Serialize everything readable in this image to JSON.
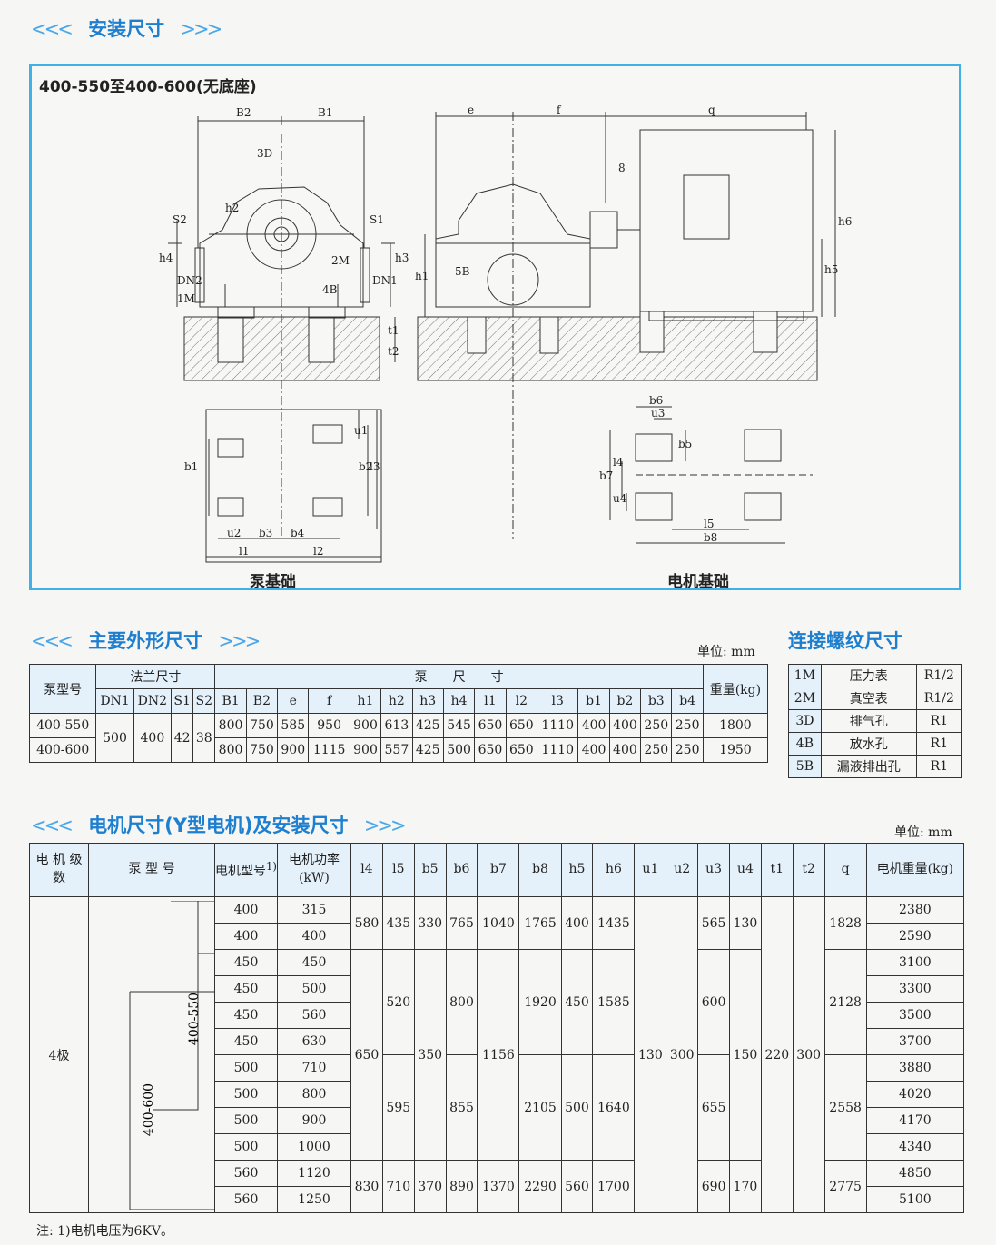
{
  "install": {
    "title": "安装尺寸",
    "frame_title": "400-550至400-600(无底座)",
    "pump_base_caption": "泵基础",
    "motor_base_caption": "电机基础"
  },
  "drawing_labels": {
    "B2": "B2",
    "B1": "B1",
    "3D": "3D",
    "h2": "h2",
    "S2": "S2",
    "S1": "S1",
    "h4": "h4",
    "h3": "h3",
    "2M": "2M",
    "DN2": "DN2",
    "DN1": "DN1",
    "1M": "1M",
    "4B": "4B",
    "t1": "t1",
    "t2": "t2",
    "e": "e",
    "f": "f",
    "q": "q",
    "8": "8",
    "h1": "h1",
    "5B": "5B",
    "h6": "h6",
    "h5": "h5",
    "b1": "b1",
    "u1": "u1",
    "b2": "b2",
    "l3": "l3",
    "u2": "u2",
    "b3": "b3",
    "b4": "b4",
    "l1": "l1",
    "l2": "l2",
    "b6": "b6",
    "u3": "u3",
    "b5": "b5",
    "b7": "b7",
    "l4": "l4",
    "u4": "u4",
    "l5": "l5",
    "b8": "b8"
  },
  "main": {
    "title": "主要外形尺寸",
    "unit": "单位: mm",
    "headers": {
      "model": "泵型号",
      "flange": "法兰尺寸",
      "pump": "泵　　尺　　寸",
      "weight": "重量(kg)",
      "cols": [
        "DN1",
        "DN2",
        "S1",
        "S2",
        "B1",
        "B2",
        "e",
        "f",
        "h1",
        "h2",
        "h3",
        "h4",
        "l1",
        "l2",
        "l3",
        "b1",
        "b2",
        "b3",
        "b4"
      ]
    },
    "flange_shared": {
      "DN1": "500",
      "DN2": "400",
      "S1": "42",
      "S2": "38"
    },
    "rows": [
      {
        "model": "400-550",
        "vals": [
          "800",
          "750",
          "585",
          "950",
          "900",
          "613",
          "425",
          "545",
          "650",
          "650",
          "1110",
          "400",
          "400",
          "250",
          "250"
        ],
        "weight": "1800"
      },
      {
        "model": "400-600",
        "vals": [
          "800",
          "750",
          "900",
          "1115",
          "900",
          "557",
          "425",
          "500",
          "650",
          "650",
          "1110",
          "400",
          "400",
          "250",
          "250"
        ],
        "weight": "1950"
      }
    ]
  },
  "thread": {
    "title": "连接螺纹尺寸",
    "rows": [
      {
        "code": "1M",
        "name": "压力表",
        "size": "R1/2"
      },
      {
        "code": "2M",
        "name": "真空表",
        "size": "R1/2"
      },
      {
        "code": "3D",
        "name": "排气孔",
        "size": "R1"
      },
      {
        "code": "4B",
        "name": "放水孔",
        "size": "R1"
      },
      {
        "code": "5B",
        "name": "漏液排出孔",
        "size": "R1"
      }
    ]
  },
  "motor": {
    "title": "电机尺寸(Y型电机)及安装尺寸",
    "unit": "单位: mm",
    "headers": {
      "poles": "电 机 级 数",
      "pump_model": "泵 型 号",
      "motor_model": "电机型号",
      "sup": "1)",
      "power": "电机功率(kW)",
      "cols": [
        "l4",
        "l5",
        "b5",
        "b6",
        "b7",
        "b8",
        "h5",
        "h6",
        "u1",
        "u2",
        "u3",
        "u4",
        "t1",
        "t2",
        "q"
      ],
      "motor_weight": "电机重量(kg)"
    },
    "poles": "4极",
    "model_a": "400-550",
    "model_b": "400-600",
    "rows": [
      {
        "mm": "400",
        "kw": "315",
        "w": "2380"
      },
      {
        "mm": "400",
        "kw": "400",
        "w": "2590"
      },
      {
        "mm": "450",
        "kw": "450",
        "w": "3100"
      },
      {
        "mm": "450",
        "kw": "500",
        "w": "3300"
      },
      {
        "mm": "450",
        "kw": "560",
        "w": "3500"
      },
      {
        "mm": "450",
        "kw": "630",
        "w": "3700"
      },
      {
        "mm": "500",
        "kw": "710",
        "w": "3880"
      },
      {
        "mm": "500",
        "kw": "800",
        "w": "4020"
      },
      {
        "mm": "500",
        "kw": "900",
        "w": "4170"
      },
      {
        "mm": "500",
        "kw": "1000",
        "w": "4340"
      },
      {
        "mm": "560",
        "kw": "1120",
        "w": "4850"
      },
      {
        "mm": "560",
        "kw": "1250",
        "w": "5100"
      }
    ],
    "g1": {
      "l4": "580",
      "l5": "435",
      "b5": "330",
      "b6": "765",
      "b7": "1040",
      "b8": "1765",
      "h5": "400",
      "h6": "1435",
      "u3": "565",
      "u4": "130",
      "q": "1828"
    },
    "l4_mid": "650",
    "l5_a": "520",
    "l5_b": "595",
    "b5_mid": "350",
    "b6_a": "800",
    "b6_b": "855",
    "b7_mid": "1156",
    "b8_a": "1920",
    "b8_b": "2105",
    "h5_a": "450",
    "h5_b": "500",
    "h6_a": "1585",
    "h6_b": "1640",
    "u1": "130",
    "u2": "300",
    "u3_a": "600",
    "u3_b": "655",
    "u4_mid": "150",
    "t1": "220",
    "t2": "300",
    "q_a": "2128",
    "q_b": "2558",
    "g3": {
      "l4": "830",
      "l5": "710",
      "b5": "370",
      "b6": "890",
      "b7": "1370",
      "b8": "2290",
      "h5": "560",
      "h6": "1700",
      "u3": "690",
      "u4": "170",
      "q": "2775"
    },
    "note": "注: 1)电机电压为6KV。"
  }
}
